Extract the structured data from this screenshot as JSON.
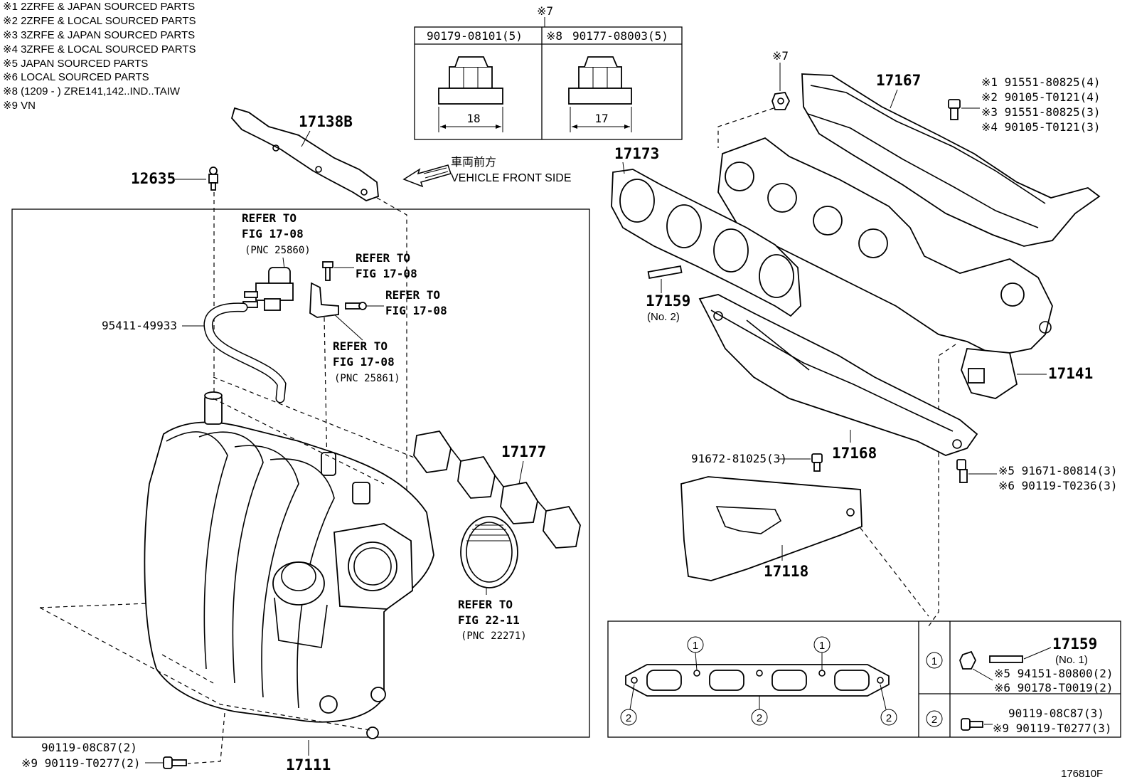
{
  "notes": [
    "※1  2ZRFE & JAPAN SOURCED PARTS",
    "※2  2ZRFE & LOCAL SOURCED PARTS",
    "※3  3ZRFE & JAPAN SOURCED PARTS",
    "※4  3ZRFE & LOCAL SOURCED PARTS",
    "※5  JAPAN SOURCED PARTS",
    "※6  LOCAL SOURCED PARTS",
    "※8 (1209 -          ) ZRE141,142..IND..TAIW",
    "※9  VN"
  ],
  "nut_table": {
    "mark": "※7",
    "left_header": "90179-08101(5)",
    "right_mark": "※8",
    "right_header": "90177-08003(5)",
    "left_dim": "18",
    "right_dim": "17"
  },
  "direction": {
    "jp": "車両前方",
    "en": "VEHICLE FRONT SIDE"
  },
  "labels": {
    "p17138B": "17138B",
    "p12635": "12635",
    "refer1a": "REFER TO",
    "refer1b": "FIG 17-08",
    "refer1c": "(PNC 25860)",
    "refer2a": "REFER TO",
    "refer2b": "FIG 17-08",
    "refer3a": "REFER TO",
    "refer3b": "FIG 17-08",
    "refer4a": "REFER TO",
    "refer4b": "FIG 17-08",
    "refer4c": "(PNC 25861)",
    "hose": "95411-49933",
    "p17177": "17177",
    "refer5a": "REFER TO",
    "refer5b": "FIG 22-11",
    "refer5c": "(PNC 22271)",
    "bolt_a": "90119-08C87(2)",
    "bolt_b": "※9 90119-T0277(2)",
    "p17111": "17111",
    "fig_code": "176810F",
    "p17167": "17167",
    "mark7": "※7",
    "hb1": "※1 91551-80825(4)",
    "hb2": "※2 90105-T0121(4)",
    "hb3": "※3 91551-80825(3)",
    "hb4": "※4 90105-T0121(3)",
    "p17173": "17173",
    "p17159": "17159",
    "p17159no2": "(No. 2)",
    "p17141": "17141",
    "p91672": "91672-81025(3)",
    "p17168": "17168",
    "lb5": "※5 91671-80814(3)",
    "lb6": "※6 90119-T0236(3)",
    "p17118": "17118"
  },
  "legend_table": {
    "c1": "1",
    "c2": "2",
    "row1_part": "17159",
    "row1_sub": "(No. 1)",
    "row1_a": "※5  94151-80800(2)",
    "row1_b": "※6  90178-T0019(2)",
    "row2_a": "90119-08C87(3)",
    "row2_b": "※9 90119-T0277(3)"
  }
}
